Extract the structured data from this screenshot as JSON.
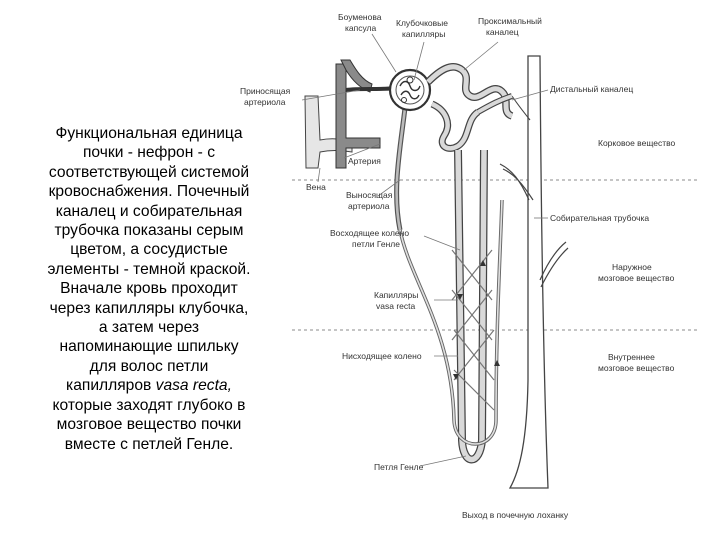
{
  "caption": {
    "lines": [
      "Функциональная единица",
      "почки - нефрон - с",
      "соответствующей системой",
      "кровоснабжения. Почечный",
      "каналец и собирательная",
      "трубочка показаны серым",
      "цветом, а сосудистые",
      "элементы - темной краской.",
      "Вначале кровь проходит",
      "через капилляры клубочка,",
      "а затем через",
      "напоминающие шпильку",
      "для волос петли",
      "капилляров",
      "vasa recta,",
      "которые заходят глубоко в",
      "мозговое вещество почки",
      "вместе с петлей Генле."
    ]
  },
  "labels": {
    "bowman_1": "Боуменова",
    "bowman_2": "капсула",
    "glom_1": "Клубочковые",
    "glom_2": "капилляры",
    "prox_1": "Проксимальный",
    "prox_2": "каналец",
    "afferent_1": "Приносящая",
    "afferent_2": "артериола",
    "distal": "Дистальный каналец",
    "artery": "Артерия",
    "vein": "Вена",
    "efferent_1": "Выносящая",
    "efferent_2": "артериола",
    "ascending_1": "Восходящее колено",
    "ascending_2": "петли Генле",
    "collecting": "Собирательная трубочка",
    "capillaries_1": "Капилляры",
    "capillaries_2": "vasa recta",
    "descending": "Нисходящее колено",
    "loop": "Петля Генле",
    "exit": "Выход в почечную лоханку"
  },
  "zones": {
    "cortex": "Корковое вещество",
    "outer_1": "Наружное",
    "outer_2": "мозговое вещество",
    "inner_1": "Внутреннее",
    "inner_2": "мозговое вещество"
  },
  "colors": {
    "tubule_fill": "#d9d9d9",
    "vessel_fill": "#8a8a8a",
    "outline": "#444444",
    "leader": "#777777"
  }
}
